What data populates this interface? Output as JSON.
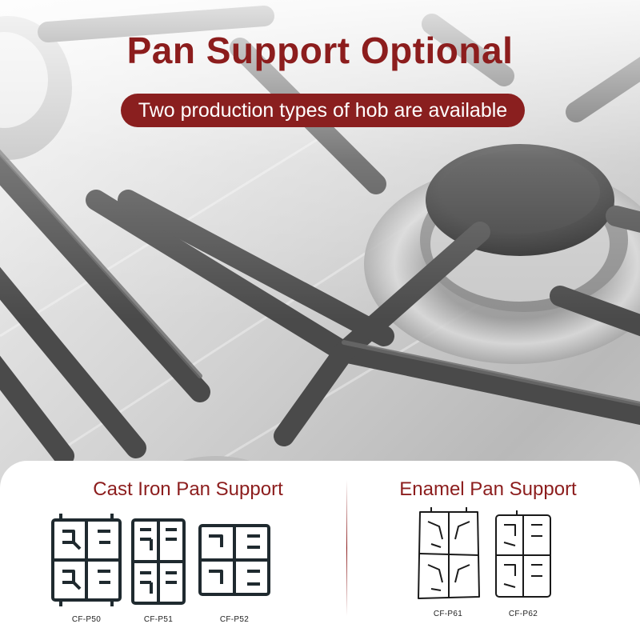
{
  "header": {
    "title": "Pan Support Optional",
    "subtitle": "Two production types of hob are available"
  },
  "sections": [
    {
      "title": "Cast Iron Pan Support",
      "products": [
        {
          "code": "CF-P50"
        },
        {
          "code": "CF-P51"
        },
        {
          "code": "CF-P52"
        }
      ]
    },
    {
      "title": "Enamel Pan Support",
      "products": [
        {
          "code": "CF-P61"
        },
        {
          "code": "CF-P62"
        }
      ]
    }
  ],
  "colors": {
    "accent": "#8c1d1d",
    "pill": "#8a1f1f",
    "panel": "#ffffff",
    "steel": "#d4d4d4",
    "iron": "#4a4a4a"
  }
}
